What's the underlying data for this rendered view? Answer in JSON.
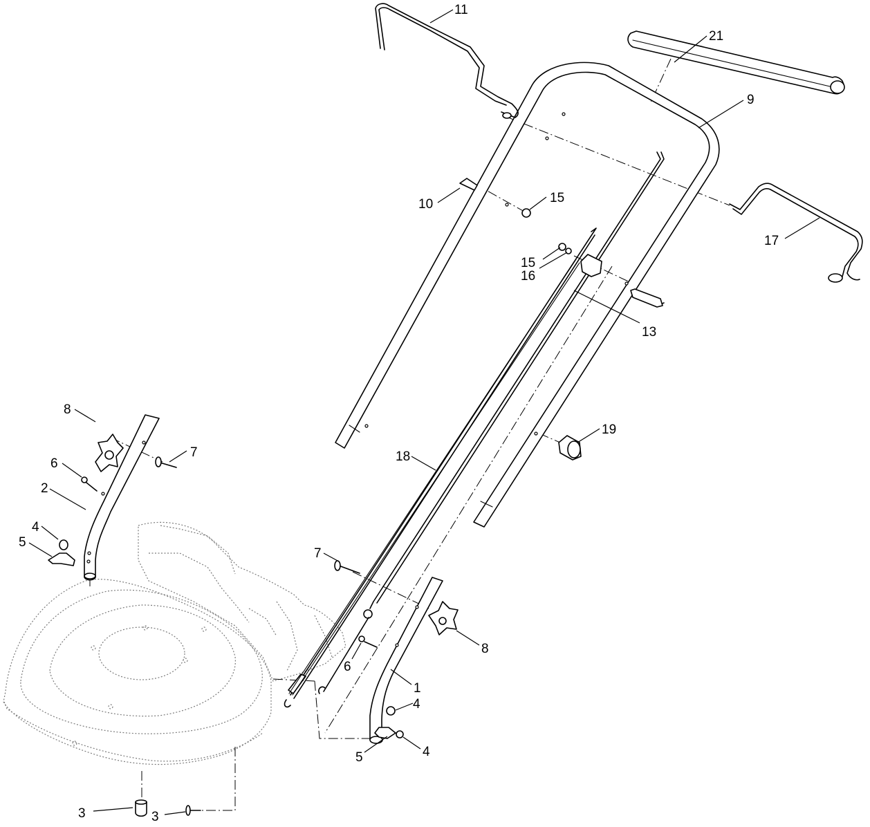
{
  "callouts": [
    {
      "id": "c11",
      "label": "11"
    },
    {
      "id": "c21",
      "label": "21"
    },
    {
      "id": "c9",
      "label": "9"
    },
    {
      "id": "c10",
      "label": "10"
    },
    {
      "id": "c15a",
      "label": "15"
    },
    {
      "id": "c17",
      "label": "17"
    },
    {
      "id": "c15b",
      "label": "15"
    },
    {
      "id": "c16",
      "label": "16"
    },
    {
      "id": "c13",
      "label": "13"
    },
    {
      "id": "c8a",
      "label": "8"
    },
    {
      "id": "c7a",
      "label": "7"
    },
    {
      "id": "c6a",
      "label": "6"
    },
    {
      "id": "c2",
      "label": "2"
    },
    {
      "id": "c19",
      "label": "19"
    },
    {
      "id": "c18",
      "label": "18"
    },
    {
      "id": "c4a",
      "label": "4"
    },
    {
      "id": "c5a",
      "label": "5"
    },
    {
      "id": "c7b",
      "label": "7"
    },
    {
      "id": "c8b",
      "label": "8"
    },
    {
      "id": "c6b",
      "label": "6"
    },
    {
      "id": "c1",
      "label": "1"
    },
    {
      "id": "c4b",
      "label": "4"
    },
    {
      "id": "c5b",
      "label": "5"
    },
    {
      "id": "c4c",
      "label": "4"
    },
    {
      "id": "c3a",
      "label": "3"
    },
    {
      "id": "c3b",
      "label": "3"
    }
  ]
}
